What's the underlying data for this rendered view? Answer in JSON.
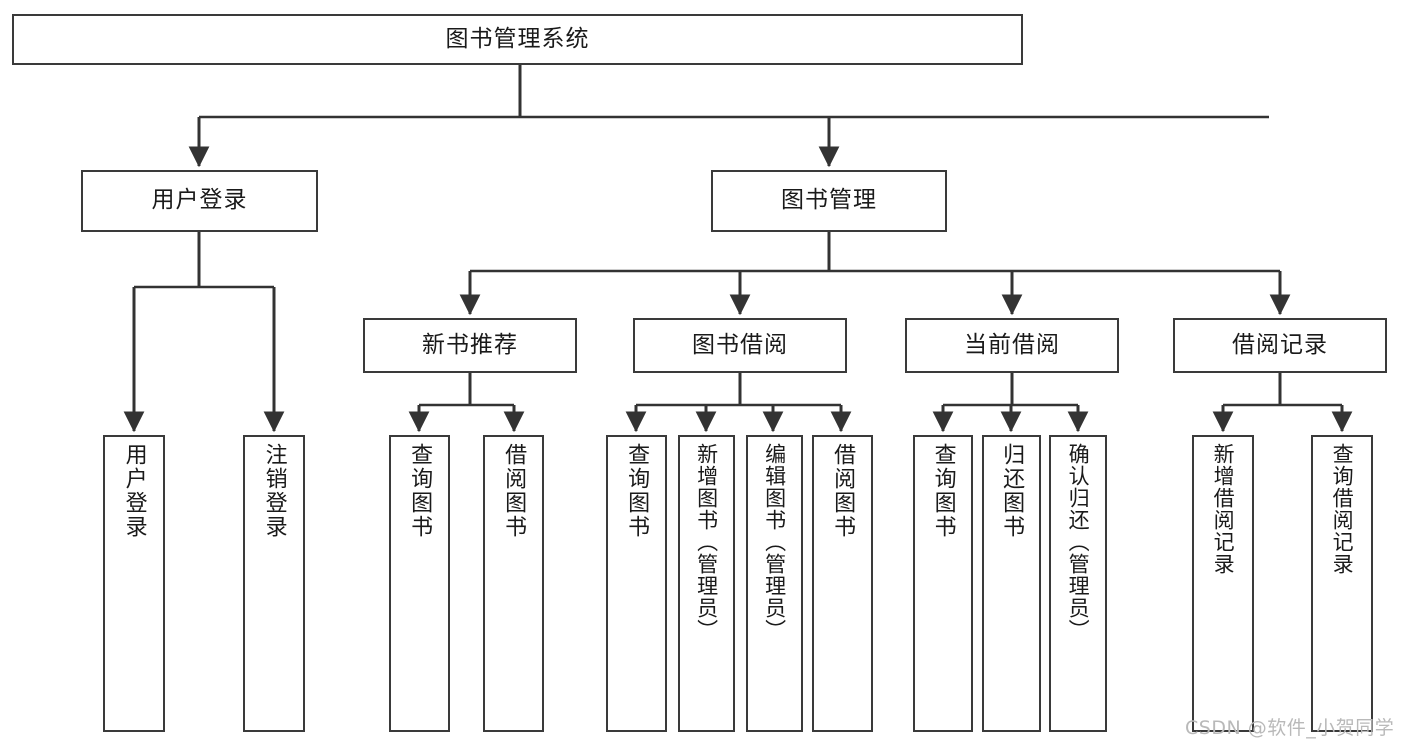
{
  "diagram": {
    "type": "tree-hierarchy-chart",
    "title": "图书管理系统",
    "watermark": "CSDN @软件_小贺同学",
    "style": {
      "box_border_color": "#3a3a3a",
      "box_fill_color": "#ffffff",
      "connector_color": "#333333",
      "text_color": "#1a1a1a",
      "watermark_color": "#b9b9b9",
      "background": "#ffffff"
    },
    "root": {
      "label": "图书管理系统"
    },
    "level2": [
      {
        "label": "用户登录"
      },
      {
        "label": "图书管理"
      }
    ],
    "level3": [
      {
        "label": "新书推荐"
      },
      {
        "label": "图书借阅"
      },
      {
        "label": "当前借阅"
      },
      {
        "label": "借阅记录"
      }
    ],
    "leaves": {
      "user_login": [
        {
          "label": "用户登录"
        },
        {
          "label": "注销登录"
        }
      ],
      "new_book_recommend": [
        {
          "label": "查询图书"
        },
        {
          "label": "借阅图书"
        }
      ],
      "book_borrow": [
        {
          "label": "查询图书"
        },
        {
          "label": "新增图书（管理员）"
        },
        {
          "label": "编辑图书（管理员）"
        },
        {
          "label": "借阅图书"
        }
      ],
      "current_borrow": [
        {
          "label": "查询图书"
        },
        {
          "label": "归还图书"
        },
        {
          "label": "确认归还（管理员）"
        }
      ],
      "borrow_record": [
        {
          "label": "新增借阅记录"
        },
        {
          "label": "查询借阅记录"
        }
      ]
    }
  }
}
